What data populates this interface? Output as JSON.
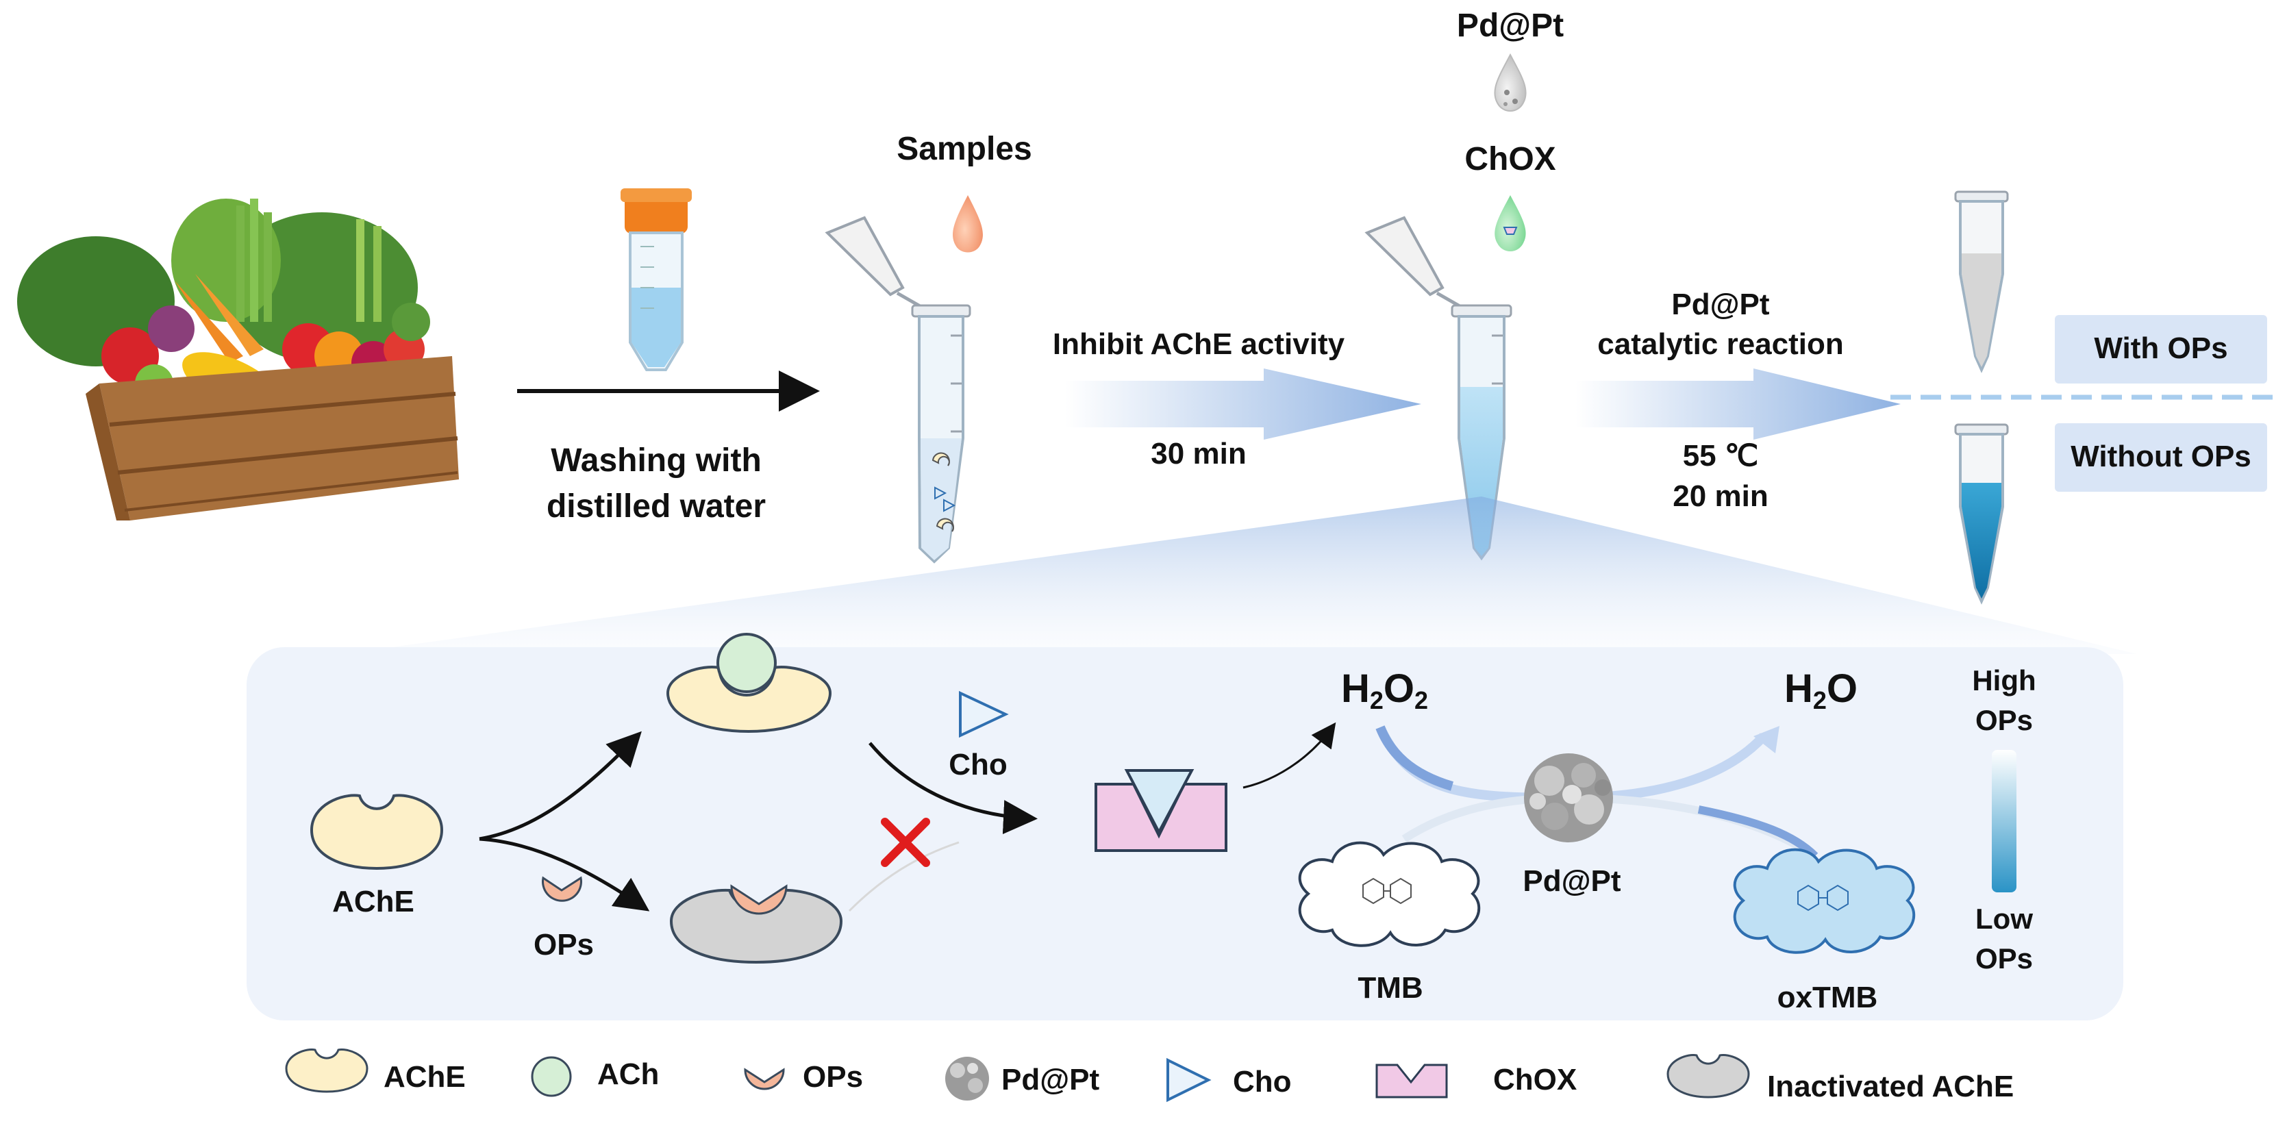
{
  "steps": {
    "wash_label_line1": "Washing with",
    "wash_label_line2": "distilled water",
    "samples_label": "Samples",
    "inhibit_label": "Inhibit AChE activity",
    "inhibit_time": "30 min",
    "pdpt_top": "Pd@Pt",
    "chox_top": "ChOX",
    "reaction_line1": "Pd@Pt",
    "reaction_line2": "catalytic reaction",
    "reaction_temp": "55 ℃",
    "reaction_time": "20 min"
  },
  "results": {
    "with_ops": "With OPs",
    "without_ops": "Without OPs"
  },
  "mechanism": {
    "ache": "AChE",
    "ops": "OPs",
    "cho": "Cho",
    "h2o2_base": "H",
    "h2o2_mid": "O",
    "h2o2_sub1": "2",
    "h2o2_sub2": "2",
    "h2o_a": "H",
    "h2o_sub": "2",
    "h2o_b": "O",
    "pdpt": "Pd@Pt",
    "tmb": "TMB",
    "oxtmb": "oxTMB",
    "high_1": "High",
    "high_2": "OPs",
    "low_1": "Low",
    "low_2": "OPs"
  },
  "legend": [
    {
      "label": "AChE",
      "icon": "ache-icon"
    },
    {
      "label": "ACh",
      "icon": "ach-icon"
    },
    {
      "label": "OPs",
      "icon": "ops-icon"
    },
    {
      "label": "Pd@Pt",
      "icon": "pdpt-icon"
    },
    {
      "label": "Cho",
      "icon": "cho-icon"
    },
    {
      "label": "ChOX",
      "icon": "chox-icon"
    },
    {
      "label": "Inactivated AChE",
      "icon": "inactivated-ache-icon"
    }
  ],
  "colors": {
    "enzyme_fill": "#fdf0c8",
    "enzyme_stroke": "#3a4a5c",
    "ach_fill": "#d6efd6",
    "ops_fill": "#f4b69a",
    "cho_stroke": "#2f6fb0",
    "chox_fill": "#f1c9e6",
    "inactive_fill": "#d3d3d3",
    "arrow_blue": "#a8c4ea",
    "panel_bg": "#eef3fb",
    "result_box": "#d9e5f6",
    "blue_liquid": "#1f8ec2"
  }
}
